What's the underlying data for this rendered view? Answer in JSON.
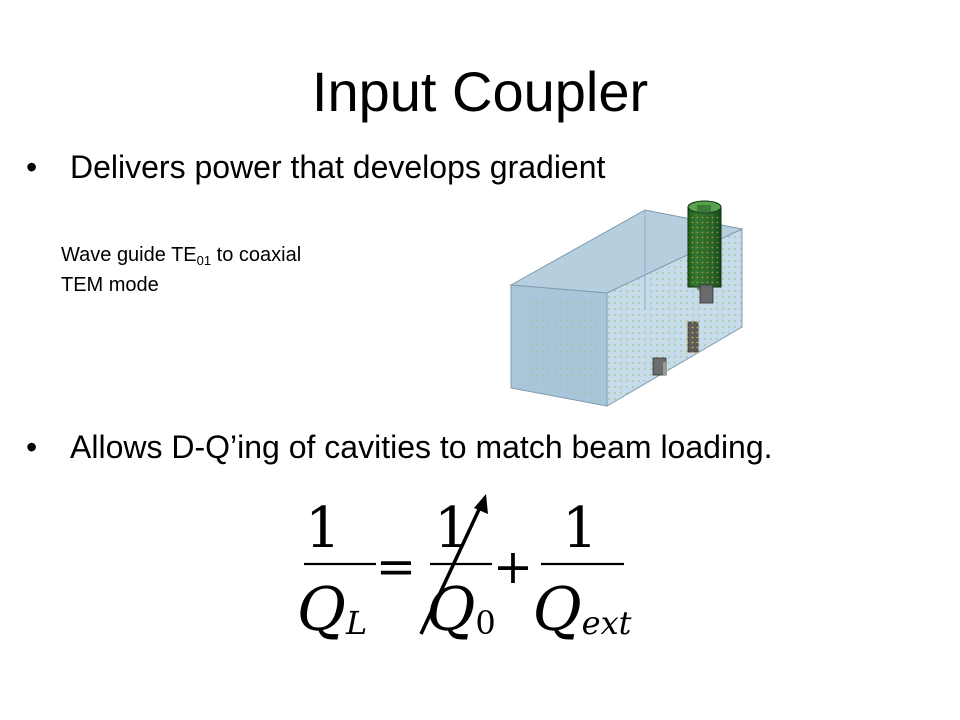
{
  "slide": {
    "title": "Input Coupler",
    "bullets": [
      {
        "marker": "•",
        "text": "Delivers power that develops gradient"
      },
      {
        "marker": "•",
        "text": "Allows D-Q’ing of cavities to match beam loading."
      }
    ],
    "caption": {
      "line1_prefix": "Wave guide TE",
      "line1_sub": "01",
      "line1_suffix": " to coaxial",
      "line2": "TEM mode"
    },
    "equation": {
      "numerator": "1",
      "lhs_base": "Q",
      "lhs_sub": "L",
      "equals": "=",
      "term1_base": "Q",
      "term1_sub": "0",
      "plus": "+",
      "term2_base": "Q",
      "term2_sub": "ext"
    }
  }
}
